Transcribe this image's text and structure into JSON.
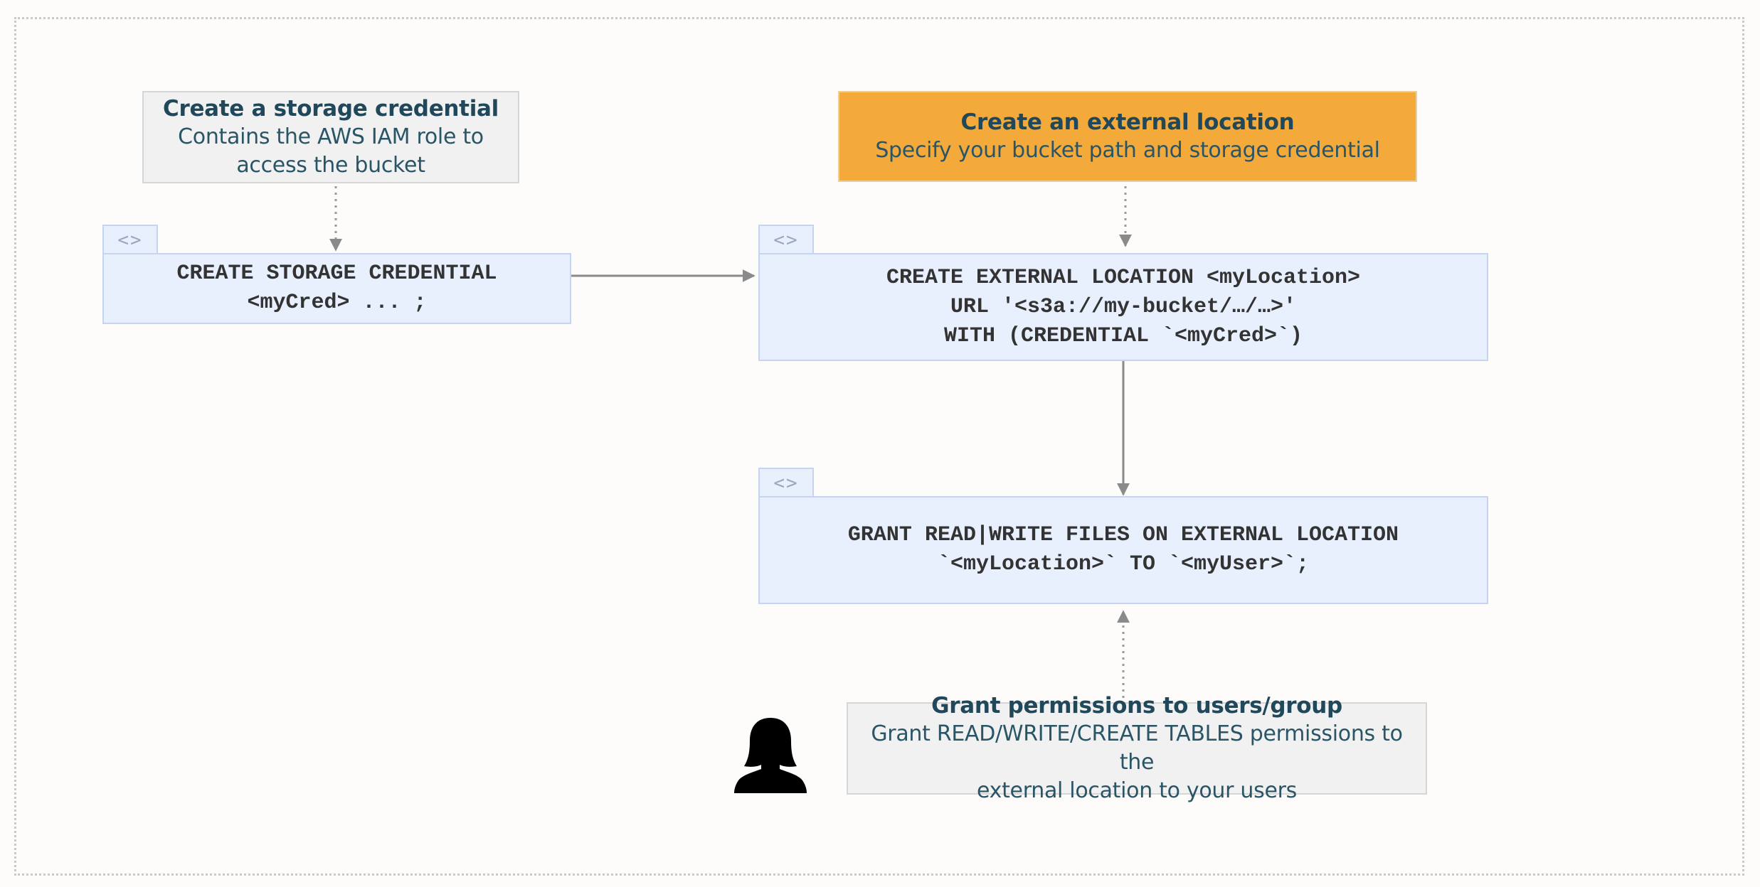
{
  "storage_credential_note": {
    "title": "Create a storage credential",
    "line1": "Contains the AWS IAM role to",
    "line2": "access the bucket"
  },
  "external_location_note": {
    "title": "Create an external location",
    "line1": "Specify your bucket path and storage credential"
  },
  "grant_note": {
    "title": "Grant permissions to users/group",
    "line1": "Grant READ/WRITE/CREATE TABLES permissions to the",
    "line2": "external location to your users"
  },
  "code_blocks": {
    "create_credential": {
      "tab_icon": "<>",
      "line1": "CREATE STORAGE CREDENTIAL",
      "line2": "<myCred> ... ;"
    },
    "create_location": {
      "tab_icon": "<>",
      "line1": "CREATE EXTERNAL LOCATION <myLocation>",
      "line2": "URL '<s3a://my-bucket/…/…>'",
      "line3": "WITH (CREDENTIAL `<myCred>`)"
    },
    "grant": {
      "tab_icon": "<>",
      "line1": "GRANT READ|WRITE FILES ON EXTERNAL LOCATION",
      "line2": "`<myLocation>` TO `<myUser>`;"
    }
  },
  "icons": {
    "code_tab": "code-brackets-icon",
    "user": "user-icon"
  },
  "colors": {
    "accent": "#f3aa3b",
    "code_bg": "#e8effd",
    "note_bg": "#f1f1f1",
    "title_text": "#20485a"
  }
}
